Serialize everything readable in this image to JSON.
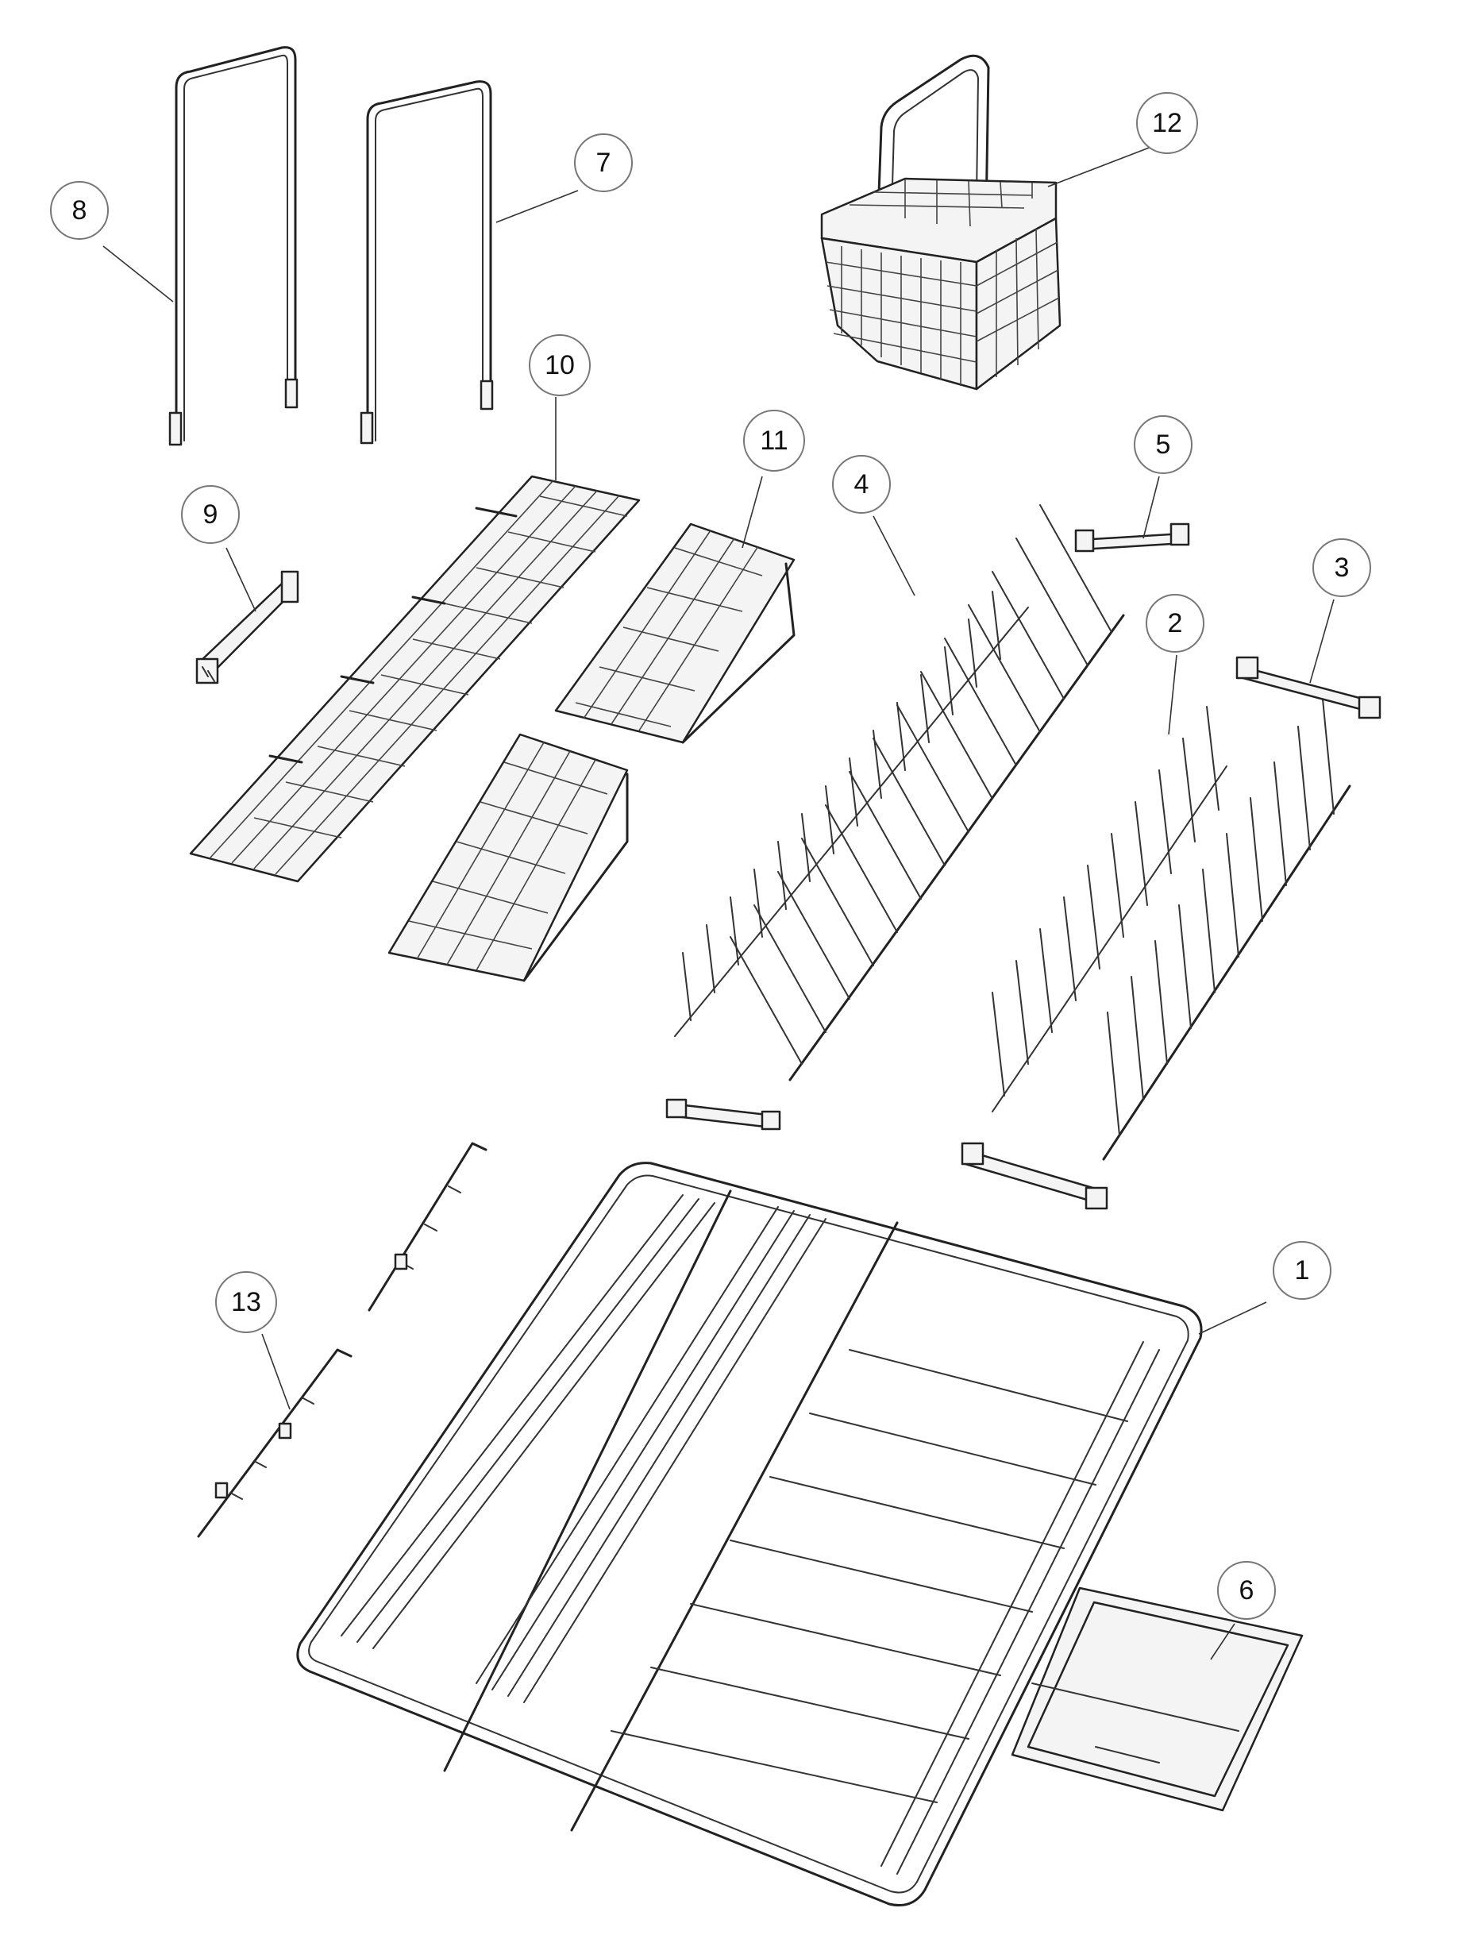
{
  "parts": [
    {
      "id": "part-1",
      "label": "1",
      "name": "lower-rack-frame"
    },
    {
      "id": "part-2",
      "label": "2",
      "name": "rear-tine-row"
    },
    {
      "id": "part-3",
      "label": "3",
      "name": "rear-tine-clip"
    },
    {
      "id": "part-4",
      "label": "4",
      "name": "front-tine-row"
    },
    {
      "id": "part-5",
      "label": "5",
      "name": "front-tine-clip-top"
    },
    {
      "id": "part-6",
      "label": "6",
      "name": "small-tray"
    },
    {
      "id": "part-7",
      "label": "7",
      "name": "wire-handle-short"
    },
    {
      "id": "part-8",
      "label": "8",
      "name": "wire-handle-tall"
    },
    {
      "id": "part-9",
      "label": "9",
      "name": "holder-clip"
    },
    {
      "id": "part-10",
      "label": "10",
      "name": "folding-cup-shelf"
    },
    {
      "id": "part-11",
      "label": "11",
      "name": "split-cup-shelf"
    },
    {
      "id": "part-12",
      "label": "12",
      "name": "cutlery-basket"
    },
    {
      "id": "part-13",
      "label": "13",
      "name": "side-hook-rails"
    }
  ],
  "colors": {
    "line": "#222222",
    "callout_border": "#777777",
    "background": "#ffffff"
  }
}
